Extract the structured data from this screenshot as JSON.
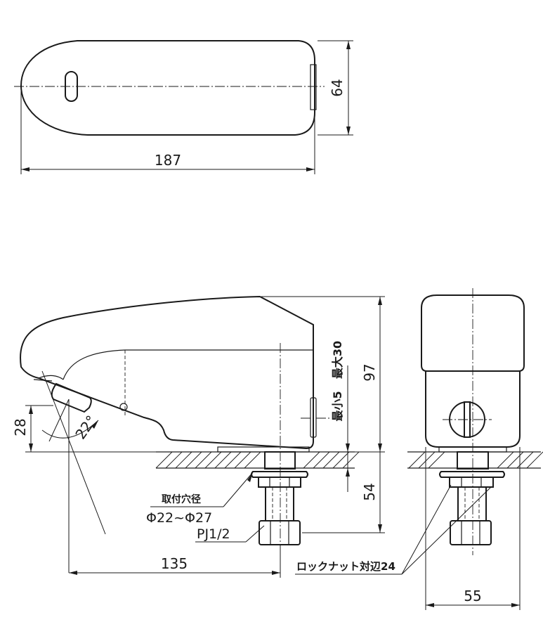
{
  "dimensions": {
    "top_width": "187",
    "top_height": "64",
    "side_height": "97",
    "under_length": "54",
    "spout_height": "28",
    "spout_angle": "22°",
    "reach": "135",
    "side_width": "55"
  },
  "labels": {
    "mount_hole_title": "取付穴径",
    "mount_hole_value": "Φ22~Φ27",
    "thread": "PJ1/2",
    "locknut": "ロックナット対辺24",
    "max_thickness": "最大30",
    "min_thickness": "最小5"
  }
}
